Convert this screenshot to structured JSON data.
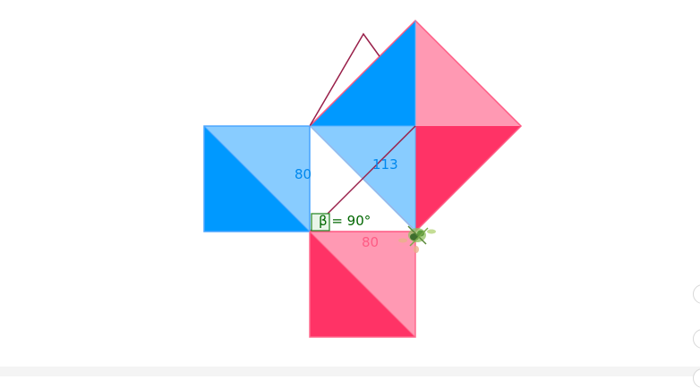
{
  "figure": {
    "side_vertical_label": "80",
    "side_horizontal_label": "80",
    "hypotenuse_label": "113",
    "angle_label": "β = 90°"
  },
  "colors": {
    "blue_dark": "#0099ff",
    "blue_light": "#88ccff",
    "pink_dark": "#ff3366",
    "pink_light": "#ff99b3",
    "label_blue": "#0088ee",
    "label_pink": "#ff5c85",
    "label_green": "#006600",
    "outline_dark": "#99204a",
    "angle_marker": "#2e8b2e"
  },
  "icons": {
    "move_handle": "scissors-icon"
  }
}
